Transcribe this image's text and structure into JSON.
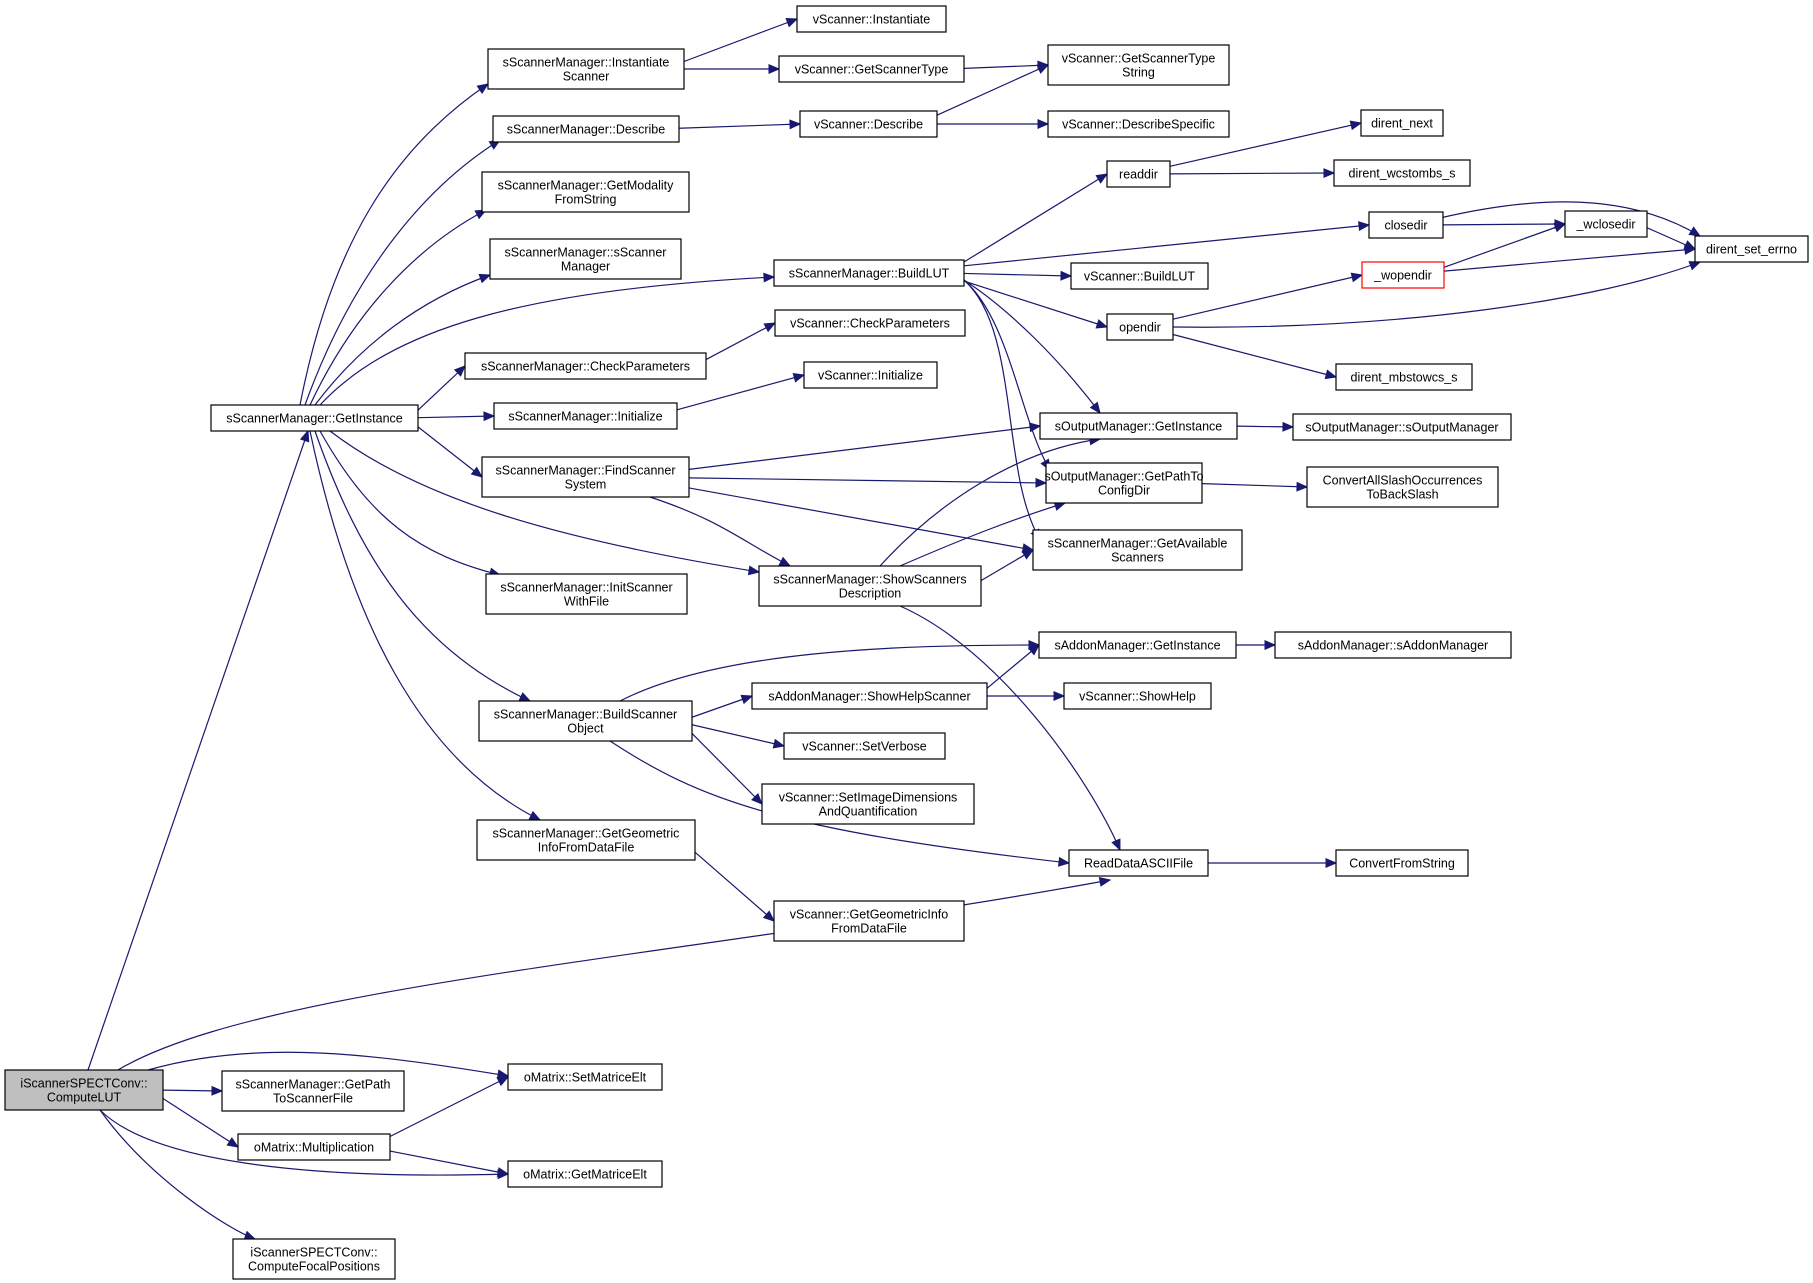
{
  "nodes": [
    {
      "id": "root",
      "lines": [
        "iScannerSPECTConv::",
        "ComputeLUT"
      ],
      "style": "root"
    },
    {
      "id": "smgr_getinstance",
      "lines": [
        "sScannerManager::GetInstance"
      ]
    },
    {
      "id": "smgr_instantiate",
      "lines": [
        "sScannerManager::Instantiate",
        "Scanner"
      ]
    },
    {
      "id": "smgr_describe",
      "lines": [
        "sScannerManager::Describe"
      ]
    },
    {
      "id": "smgr_getmodality",
      "lines": [
        "sScannerManager::GetModality",
        "FromString"
      ]
    },
    {
      "id": "smgr_ctor",
      "lines": [
        "sScannerManager::sScanner",
        "Manager"
      ]
    },
    {
      "id": "smgr_checkparams",
      "lines": [
        "sScannerManager::CheckParameters"
      ]
    },
    {
      "id": "smgr_initialize",
      "lines": [
        "sScannerManager::Initialize"
      ]
    },
    {
      "id": "smgr_findscanner",
      "lines": [
        "sScannerManager::FindScanner",
        "System"
      ]
    },
    {
      "id": "smgr_initscanner",
      "lines": [
        "sScannerManager::InitScanner",
        "WithFile"
      ]
    },
    {
      "id": "smgr_buildscanner",
      "lines": [
        "sScannerManager::BuildScanner",
        "Object"
      ]
    },
    {
      "id": "smgr_getgeometric",
      "lines": [
        "sScannerManager::GetGeometric",
        "InfoFromDataFile"
      ]
    },
    {
      "id": "vs_instantiate",
      "lines": [
        "vScanner::Instantiate"
      ]
    },
    {
      "id": "vs_getscannertype",
      "lines": [
        "vScanner::GetScannerType"
      ]
    },
    {
      "id": "vs_getscannertypestring",
      "lines": [
        "vScanner::GetScannerType",
        "String"
      ]
    },
    {
      "id": "vs_describe",
      "lines": [
        "vScanner::Describe"
      ]
    },
    {
      "id": "vs_describespecific",
      "lines": [
        "vScanner::DescribeSpecific"
      ]
    },
    {
      "id": "smgr_buildlut",
      "lines": [
        "sScannerManager::BuildLUT"
      ]
    },
    {
      "id": "vs_checkparams",
      "lines": [
        "vScanner::CheckParameters"
      ]
    },
    {
      "id": "vs_initialize",
      "lines": [
        "vScanner::Initialize"
      ]
    },
    {
      "id": "smgr_showscanners",
      "lines": [
        "sScannerManager::ShowScanners",
        "Description"
      ]
    },
    {
      "id": "readdir",
      "lines": [
        "readdir"
      ]
    },
    {
      "id": "dirent_next",
      "lines": [
        "dirent_next"
      ]
    },
    {
      "id": "dirent_wcstombs",
      "lines": [
        "dirent_wcstombs_s"
      ]
    },
    {
      "id": "closedir",
      "lines": [
        "closedir"
      ]
    },
    {
      "id": "wclosedir",
      "lines": [
        "_wclosedir"
      ]
    },
    {
      "id": "dirent_set_errno",
      "lines": [
        "dirent_set_errno"
      ]
    },
    {
      "id": "vs_buildlut",
      "lines": [
        "vScanner::BuildLUT"
      ]
    },
    {
      "id": "wopendir",
      "lines": [
        "_wopendir"
      ],
      "style": "red"
    },
    {
      "id": "opendir",
      "lines": [
        "opendir"
      ]
    },
    {
      "id": "dirent_mbstowcs",
      "lines": [
        "dirent_mbstowcs_s"
      ]
    },
    {
      "id": "omgr_getinstance",
      "lines": [
        "sOutputManager::GetInstance"
      ]
    },
    {
      "id": "omgr_ctor",
      "lines": [
        "sOutputManager::sOutputManager"
      ]
    },
    {
      "id": "omgr_getpath",
      "lines": [
        "sOutputManager::GetPathTo",
        "ConfigDir"
      ]
    },
    {
      "id": "convert_slash",
      "lines": [
        "ConvertAllSlashOccurrences",
        "ToBackSlash"
      ]
    },
    {
      "id": "smgr_getavailable",
      "lines": [
        "sScannerManager::GetAvailable",
        "Scanners"
      ]
    },
    {
      "id": "amgr_getinstance",
      "lines": [
        "sAddonManager::GetInstance"
      ]
    },
    {
      "id": "amgr_ctor",
      "lines": [
        "sAddonManager::sAddonManager"
      ]
    },
    {
      "id": "amgr_showhelp",
      "lines": [
        "sAddonManager::ShowHelpScanner"
      ]
    },
    {
      "id": "vs_showhelp",
      "lines": [
        "vScanner::ShowHelp"
      ]
    },
    {
      "id": "vs_setverbose",
      "lines": [
        "vScanner::SetVerbose"
      ]
    },
    {
      "id": "vs_setimagedims",
      "lines": [
        "vScanner::SetImageDimensions",
        "AndQuantification"
      ]
    },
    {
      "id": "readdataascii",
      "lines": [
        "ReadDataASCIIFile"
      ]
    },
    {
      "id": "convertfromstring",
      "lines": [
        "ConvertFromString"
      ]
    },
    {
      "id": "vs_getgeometric",
      "lines": [
        "vScanner::GetGeometricInfo",
        "FromDataFile"
      ]
    },
    {
      "id": "smgr_getpath",
      "lines": [
        "sScannerManager::GetPath",
        "ToScannerFile"
      ]
    },
    {
      "id": "om_setelt",
      "lines": [
        "oMatrix::SetMatriceElt"
      ]
    },
    {
      "id": "om_mult",
      "lines": [
        "oMatrix::Multiplication"
      ]
    },
    {
      "id": "om_getelt",
      "lines": [
        "oMatrix::GetMatriceElt"
      ]
    },
    {
      "id": "isc_focal",
      "lines": [
        "iScannerSPECTConv::",
        "ComputeFocalPositions"
      ]
    }
  ],
  "edges": [
    [
      "root",
      "smgr_getinstance"
    ],
    [
      "root",
      "readdataascii"
    ],
    [
      "root",
      "om_setelt"
    ],
    [
      "root",
      "smgr_getpath"
    ],
    [
      "root",
      "om_mult"
    ],
    [
      "root",
      "om_getelt"
    ],
    [
      "root",
      "isc_focal"
    ],
    [
      "smgr_getinstance",
      "smgr_instantiate"
    ],
    [
      "smgr_getinstance",
      "smgr_describe"
    ],
    [
      "smgr_getinstance",
      "smgr_getmodality"
    ],
    [
      "smgr_getinstance",
      "smgr_ctor"
    ],
    [
      "smgr_getinstance",
      "smgr_buildlut"
    ],
    [
      "smgr_getinstance",
      "smgr_checkparams"
    ],
    [
      "smgr_getinstance",
      "smgr_initialize"
    ],
    [
      "smgr_getinstance",
      "smgr_findscanner"
    ],
    [
      "smgr_getinstance",
      "smgr_showscanners"
    ],
    [
      "smgr_getinstance",
      "smgr_initscanner"
    ],
    [
      "smgr_getinstance",
      "smgr_buildscanner"
    ],
    [
      "smgr_getinstance",
      "smgr_getgeometric"
    ],
    [
      "smgr_instantiate",
      "vs_instantiate"
    ],
    [
      "smgr_instantiate",
      "vs_getscannertype"
    ],
    [
      "vs_getscannertype",
      "vs_getscannertypestring"
    ],
    [
      "smgr_describe",
      "vs_describe"
    ],
    [
      "vs_describe",
      "vs_getscannertypestring"
    ],
    [
      "vs_describe",
      "vs_describespecific"
    ],
    [
      "smgr_buildlut",
      "readdir"
    ],
    [
      "smgr_buildlut",
      "closedir"
    ],
    [
      "smgr_buildlut",
      "vs_buildlut"
    ],
    [
      "smgr_buildlut",
      "opendir"
    ],
    [
      "smgr_buildlut",
      "omgr_getinstance"
    ],
    [
      "smgr_buildlut",
      "omgr_getpath"
    ],
    [
      "smgr_buildlut",
      "smgr_getavailable"
    ],
    [
      "readdir",
      "dirent_next"
    ],
    [
      "readdir",
      "dirent_wcstombs"
    ],
    [
      "closedir",
      "wclosedir"
    ],
    [
      "closedir",
      "dirent_set_errno"
    ],
    [
      "wclosedir",
      "dirent_set_errno"
    ],
    [
      "opendir",
      "wopendir"
    ],
    [
      "opendir",
      "dirent_set_errno"
    ],
    [
      "opendir",
      "dirent_mbstowcs"
    ],
    [
      "wopendir",
      "wclosedir"
    ],
    [
      "wopendir",
      "dirent_set_errno"
    ],
    [
      "smgr_checkparams",
      "vs_checkparams"
    ],
    [
      "smgr_initialize",
      "vs_initialize"
    ],
    [
      "smgr_findscanner",
      "omgr_getinstance"
    ],
    [
      "smgr_findscanner",
      "omgr_getpath"
    ],
    [
      "smgr_findscanner",
      "smgr_getavailable"
    ],
    [
      "smgr_findscanner",
      "smgr_showscanners"
    ],
    [
      "smgr_showscanners",
      "omgr_getinstance"
    ],
    [
      "smgr_showscanners",
      "omgr_getpath"
    ],
    [
      "smgr_showscanners",
      "smgr_getavailable"
    ],
    [
      "smgr_showscanners",
      "readdataascii"
    ],
    [
      "omgr_getinstance",
      "omgr_ctor"
    ],
    [
      "omgr_getpath",
      "convert_slash"
    ],
    [
      "smgr_buildscanner",
      "amgr_getinstance"
    ],
    [
      "smgr_buildscanner",
      "amgr_showhelp"
    ],
    [
      "smgr_buildscanner",
      "vs_setverbose"
    ],
    [
      "smgr_buildscanner",
      "vs_setimagedims"
    ],
    [
      "smgr_buildscanner",
      "readdataascii"
    ],
    [
      "amgr_showhelp",
      "amgr_getinstance"
    ],
    [
      "amgr_showhelp",
      "vs_showhelp"
    ],
    [
      "amgr_getinstance",
      "amgr_ctor"
    ],
    [
      "readdataascii",
      "convertfromstring"
    ],
    [
      "smgr_getgeometric",
      "vs_getgeometric"
    ],
    [
      "om_mult",
      "om_setelt"
    ],
    [
      "om_mult",
      "om_getelt"
    ]
  ]
}
